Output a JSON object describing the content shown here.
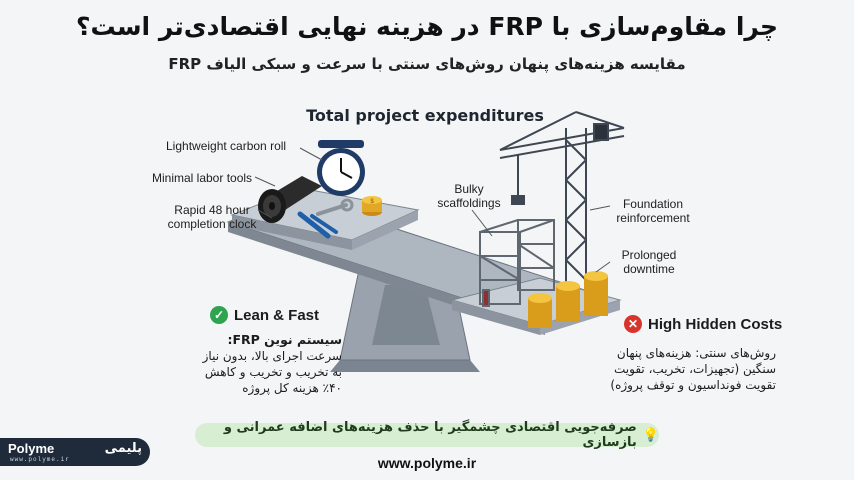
{
  "header": {
    "title": "چرا مقاوم‌سازی با FRP در هزینه نهایی اقتصادی‌تر است؟",
    "subtitle": "مقایسه هزینه‌های پنهان روش‌های سنتی با سرعت و سبکی الیاف FRP"
  },
  "diagram": {
    "heading": "Total project expenditures",
    "left_labels": {
      "roll": "Lightweight carbon roll",
      "tools": "Minimal labor tools",
      "clock": "Rapid 48 hour completion clock"
    },
    "right_labels": {
      "scaffold": "Bulky scaffoldings",
      "foundation": "Foundation reinforcement",
      "downtime": "Prolonged downtime"
    }
  },
  "left_panel": {
    "badge": "Lean & Fast",
    "badge_icon": "check-icon",
    "badge_color": "#2ea44f",
    "desc_title": "سیستم نوین FRP:",
    "desc_body": "سرعت اجرای بالا، بدون نیاز به تخریب و تخریب و کاهش ۴۰٪ هزینه کل پروژه"
  },
  "right_panel": {
    "badge": "High Hidden Costs",
    "badge_icon": "cross-icon",
    "badge_color": "#d9342b",
    "desc_body": "روش‌های سنتی: هزینه‌های پنهان سنگین (تجهیزات، تخریب، تقویت تقویت فونداسیون و توقف پروژه)"
  },
  "footer": {
    "banner": "صرفه‌جویی اقتصادی چشمگیر با حذف هزینه‌های اضافه عمرانی و بازسازی",
    "banner_icon": "lightbulb-icon",
    "website": "www.polyme.ir"
  },
  "logo": {
    "brand": "Polyme",
    "brand_fa": "پلیمی",
    "url": "www.polyme.ir"
  }
}
